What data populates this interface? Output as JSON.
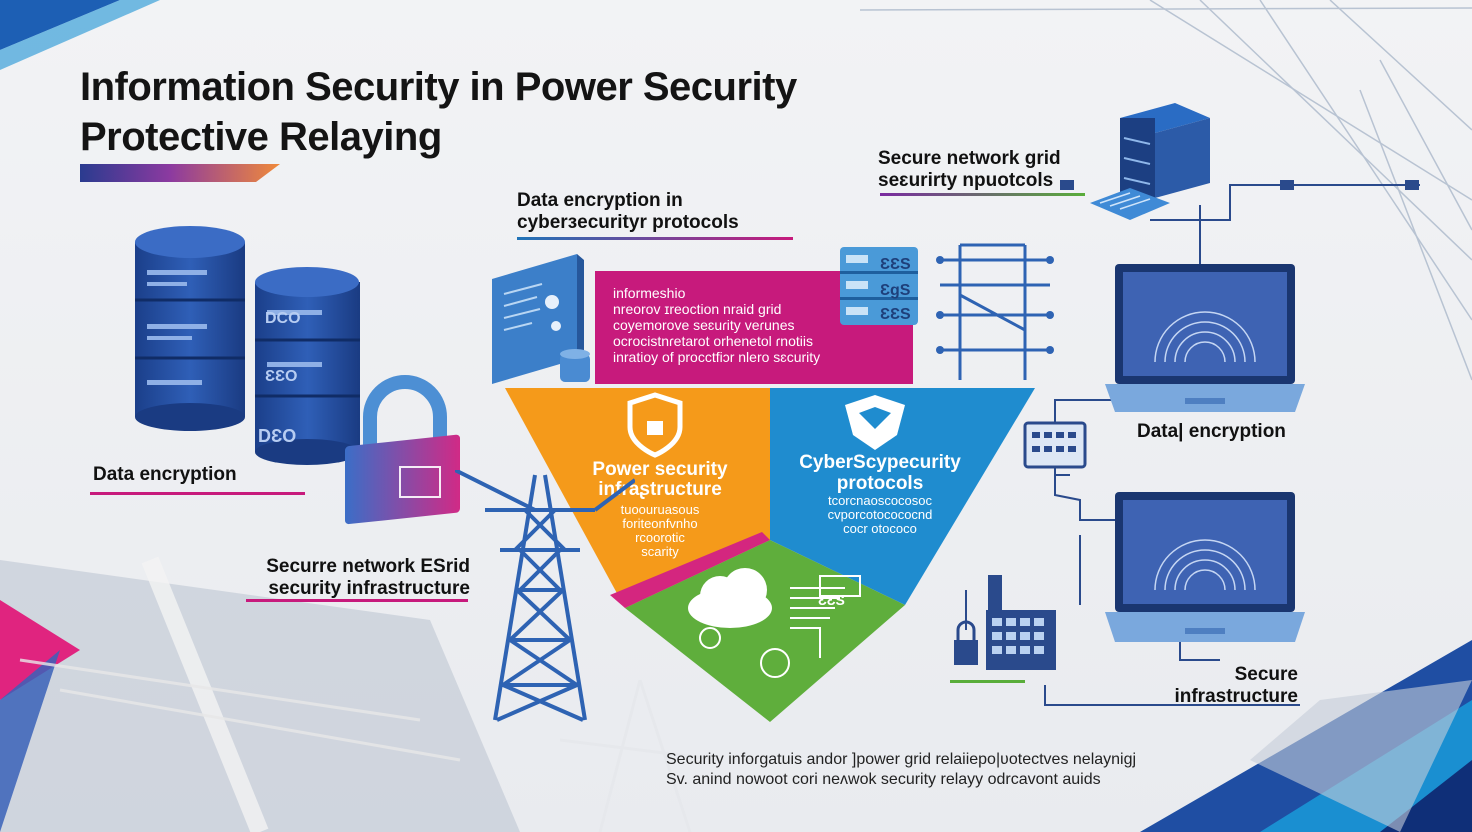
{
  "title": {
    "line1": "Information Security in Power Security",
    "line2": "Protective Relaying"
  },
  "labels": {
    "data_encryption_center": [
      "Data encryption in",
      "cyberɜecurityr protocols"
    ],
    "secure_network_top": [
      "Secure network grid",
      "seɛurirty npuotcols"
    ],
    "data_encryption_left": "Data encryption",
    "secure_network_left": [
      "Securre network ESrid",
      "security infrastructure"
    ],
    "data_encryption_right": "Data| encryption",
    "secure_infrastructure": [
      "Secure",
      "infrastructure"
    ]
  },
  "panel_text": [
    "informeshio",
    "nreorov ɪreoction nraid grid",
    "coyemorove seɛuɾity veɾunes",
    "ocrocistnɾetarot orhenetol ɾnotiis",
    "inratioy of procctfiɔr nlero sɛcurity"
  ],
  "segments": {
    "power": {
      "title": [
        "Power security",
        "infraʂtructure"
      ],
      "body": [
        "tuoouruasous",
        "foriteonfvnho",
        "rcoorotic",
        "scarity"
      ]
    },
    "cyber": {
      "title": [
        "CyberScypecurity",
        "protocols"
      ],
      "body": [
        "tcorcnaoscocosoc",
        "cvporcotocococnd",
        "cocr otococo"
      ]
    },
    "cloud_badge": "ƐƐS"
  },
  "server_labels": [
    "ƐƐS",
    "ƐgS",
    "ƐƐS"
  ],
  "database_labels": [
    "DCO",
    "ƐƐO",
    "DƐO"
  ],
  "footer": {
    "line1": "Security infoɾgatuis andor ]power grid relaiiepo|ʋotectves nelaynigj",
    "line2": "Sv. anind nowoot cori neʌwok security relayy odrcavont auids"
  },
  "colors": {
    "magenta": "#c71a7c",
    "orange": "#f59a1a",
    "blue": "#1f73b7",
    "green": "#59ad3a",
    "navy": "#2a4a8c"
  }
}
